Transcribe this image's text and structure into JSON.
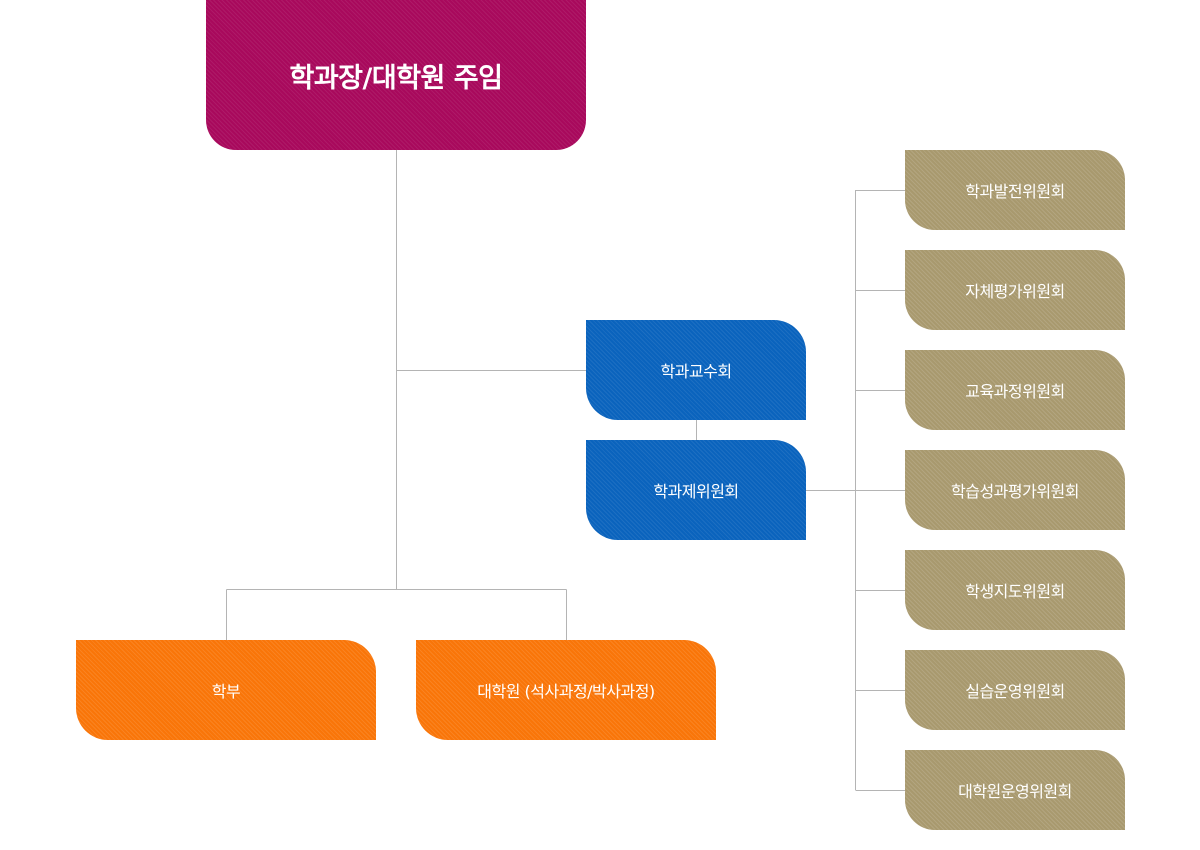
{
  "root": {
    "label": "학과장/대학원 주임"
  },
  "faculty_council": {
    "label": "학과교수회"
  },
  "committees_hub": {
    "label": "학과제위원회"
  },
  "undergraduate": {
    "label": "학부"
  },
  "graduate": {
    "label": "대학원 (석사과정/박사과정)"
  },
  "committees": [
    {
      "label": "학과발전위원회"
    },
    {
      "label": "자체평가위원회"
    },
    {
      "label": "교육과정위원회"
    },
    {
      "label": "학습성과평가위원회"
    },
    {
      "label": "학생지도위원회"
    },
    {
      "label": "실습운영위원회"
    },
    {
      "label": "대학원운영위원회"
    }
  ],
  "colors": {
    "root": "#a8095c",
    "council": "#0a63bd",
    "division": "#f97508",
    "committee": "#a8996e",
    "connector": "#b4b4b4"
  }
}
